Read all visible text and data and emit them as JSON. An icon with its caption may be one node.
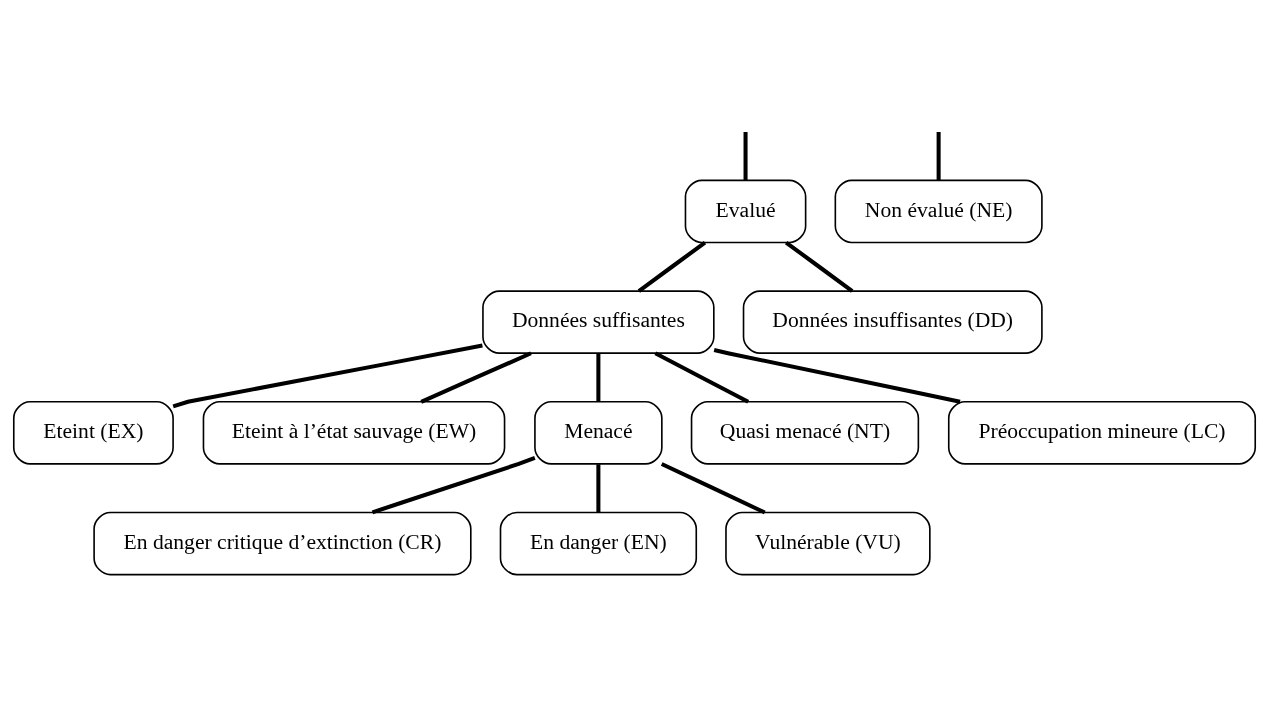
{
  "diagram": {
    "nodes": [
      {
        "text": [
          "Evalué"
        ]
      },
      {
        "text": [
          "Non évalué (NE)"
        ]
      },
      {
        "text": [
          "Données suffisantes"
        ]
      },
      {
        "text": [
          "Données insuffisantes (DD)"
        ]
      },
      {
        "text": [
          "Eteint (EX)"
        ]
      },
      {
        "text": [
          "Eteint à l’état sauvage (EW)"
        ]
      },
      {
        "text": [
          "Menacé"
        ]
      },
      {
        "text": [
          "Quasi menacé (NT)"
        ]
      },
      {
        "text": [
          "Préoccupation mineure (LC)"
        ]
      },
      {
        "text": [
          "En danger critique d’extinction (CR)"
        ]
      },
      {
        "text": [
          "En danger (EN)"
        ]
      },
      {
        "text": [
          "Vulnérable (VU)"
        ]
      }
    ],
    "edges": [
      {
        "from": null,
        "to": 0,
        "arrow": "none"
      },
      {
        "from": null,
        "to": 1,
        "arrow": "none"
      },
      {
        "from": 0,
        "to": 2,
        "arrow": "none"
      },
      {
        "from": 0,
        "to": 3,
        "arrow": "none"
      },
      {
        "from": 2,
        "to": 4,
        "arrow": "none"
      },
      {
        "from": 2,
        "to": 5,
        "arrow": "none"
      },
      {
        "from": 2,
        "to": 6,
        "arrow": "none"
      },
      {
        "from": 2,
        "to": 7,
        "arrow": "none"
      },
      {
        "from": 2,
        "to": 8,
        "arrow": "none"
      },
      {
        "from": 6,
        "to": 9,
        "arrow": "none"
      },
      {
        "from": 6,
        "to": 10,
        "arrow": "none"
      },
      {
        "from": 6,
        "to": 11,
        "arrow": "none"
      }
    ]
  }
}
